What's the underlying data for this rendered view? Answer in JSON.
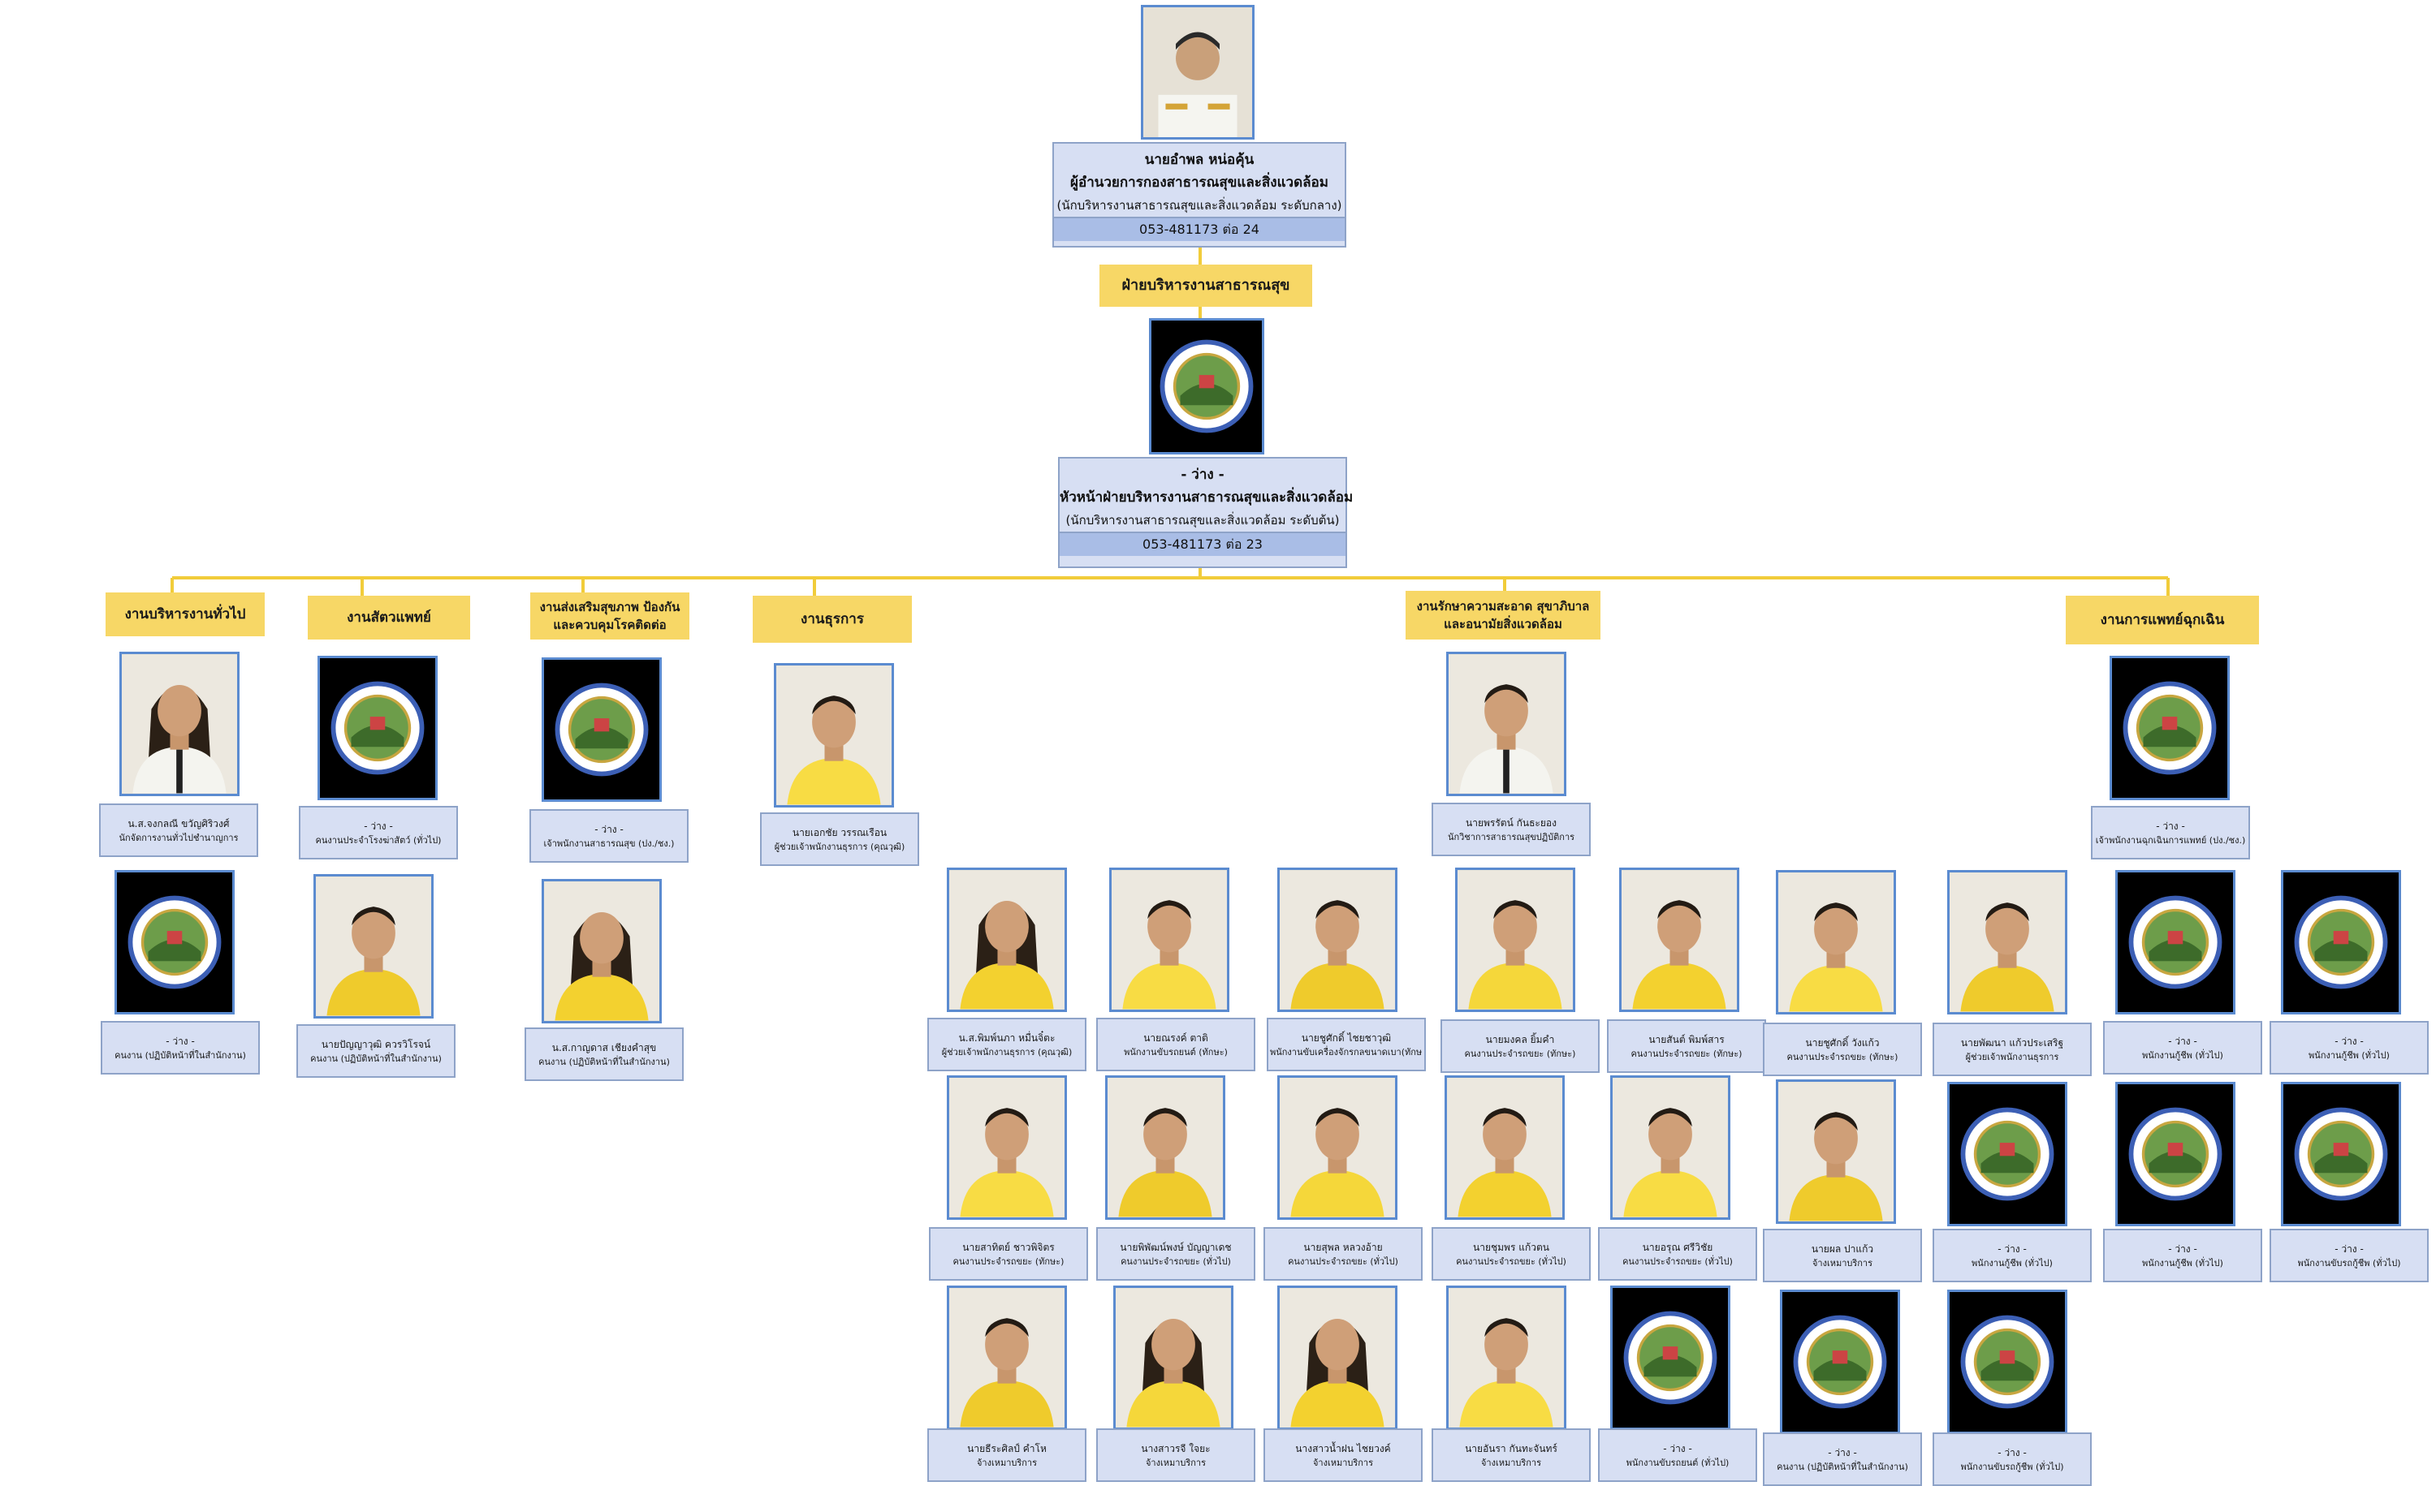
{
  "director": {
    "name": "นายอำพล หน่อคุ้น",
    "position": "ผู้อำนวยการกองสาธารณสุขและสิ่งแวดล้อม",
    "level": "(นักบริหารงานสาธารณสุขและสิ่งแวดล้อม ระดับกลาง)",
    "phone": "053-481173 ต่อ 24"
  },
  "division": {
    "label": "ฝ่ายบริหารงานสาธารณสุข"
  },
  "division_head": {
    "name": "- ว่าง -",
    "position": "หัวหน้าฝ่ายบริหารงานสาธารณสุขและสิ่งแวดล้อม",
    "level": "(นักบริหารงานสาธารณสุขและสิ่งแวดล้อม ระดับต้น)",
    "phone": "053-481173 ต่อ 23"
  },
  "departments": [
    {
      "line1": "งานบริหารงานทั่วไป",
      "line2": ""
    },
    {
      "line1": "งานสัตวแพทย์",
      "line2": ""
    },
    {
      "line1": "งานส่งเสริมสุขภาพ ป้องกัน",
      "line2": "และควบคุมโรคติดต่อ"
    },
    {
      "line1": "งานธุรการ",
      "line2": ""
    },
    {
      "line1": "งานรักษาความสะอาด สุขาภิบาล",
      "line2": "และอนามัยสิ่งแวดล้อม"
    },
    {
      "line1": "งานการแพทย์ฉุกเฉิน",
      "line2": ""
    }
  ],
  "staff": [
    {
      "name": "น.ส.จงกลณี ขวัญศิริวงศ์",
      "position": "นักจัดการงานทั่วไปชำนาญการ"
    },
    {
      "name": "- ว่าง -",
      "position": "คนงาน (ปฏิบัติหน้าที่ในสำนักงาน)"
    },
    {
      "name": "- ว่าง -",
      "position": "คนงานประจำโรงฆ่าสัตว์ (ทั่วไป)"
    },
    {
      "name": "นายปัญญาวุฒิ ควรวิโรจน์",
      "position": "คนงาน (ปฏิบัติหน้าที่ในสำนักงาน)"
    },
    {
      "name": "- ว่าง -",
      "position": "เจ้าพนักงานสาธารณสุข (ปง./ชง.)"
    },
    {
      "name": "น.ส.กาญดาส เชียงคำสุข",
      "position": "คนงาน (ปฏิบัติหน้าที่ในสำนักงาน)"
    },
    {
      "name": "นายเอกชัย วรรณเรือน",
      "position": "ผู้ช่วยเจ้าพนักงานธุรการ (คุณวุฒิ)"
    },
    {
      "name": "นายพรรัตน์ กันธะยอง",
      "position": "นักวิชาการสาธารณสุขปฏิบัติการ"
    },
    {
      "name": "- ว่าง -",
      "position": "เจ้าพนักงานฉุกเฉินการแพทย์ (ปง./ชง.)"
    },
    {
      "name": "น.ส.พิมพ์นภา หมื่นจิ๋ตะ",
      "position": "ผู้ช่วยเจ้าพนักงานธุรการ (คุณวุฒิ)"
    },
    {
      "name": "นายณรงค์ ตาติ",
      "position": "พนักงานขับรถยนต์ (ทักษะ)"
    },
    {
      "name": "นายชูศักดิ์ ไชยชาวุฒิ",
      "position": "พนักงานขับเครื่องจักรกลขนาดเบา(ทักษะ)"
    },
    {
      "name": "นายมงคล ยิ้มคำ",
      "position": "คนงานประจำรถขยะ (ทักษะ)"
    },
    {
      "name": "นายสันต์ พิมพ์สาร",
      "position": "คนงานประจำรถขยะ (ทักษะ)"
    },
    {
      "name": "นายชูศักดิ์ วังแก้ว",
      "position": "คนงานประจำรถขยะ (ทักษะ)"
    },
    {
      "name": "นายพัฒนา แก้วประเสริฐ",
      "position": "ผู้ช่วยเจ้าพนักงานธุรการ"
    },
    {
      "name": "- ว่าง -",
      "position": "พนักงานกู้ชีพ (ทั่วไป)"
    },
    {
      "name": "- ว่าง -",
      "position": "พนักงานกู้ชีพ (ทั่วไป)"
    },
    {
      "name": "นายสาทิตย์ ชาวพิจิตร",
      "position": "คนงานประจำรถขยะ (ทักษะ)"
    },
    {
      "name": "นายพิพัฒน์พงษ์ บัญญาเดช",
      "position": "คนงานประจำรถขยะ (ทั่วไป)"
    },
    {
      "name": "นายสุพล หลวงอ้าย",
      "position": "คนงานประจำรถขยะ (ทั่วไป)"
    },
    {
      "name": "นายชุมพร แก้วตน",
      "position": "คนงานประจำรถขยะ (ทั่วไป)"
    },
    {
      "name": "นายอรุณ ศรีวิชัย",
      "position": "คนงานประจำรถขยะ (ทั่วไป)"
    },
    {
      "name": "นายผล ปาแก้ว",
      "position": "จ้างเหมาบริการ"
    },
    {
      "name": "- ว่าง -",
      "position": "พนักงานกู้ชีพ (ทั่วไป)"
    },
    {
      "name": "- ว่าง -",
      "position": "พนักงานกู้ชีพ (ทั่วไป)"
    },
    {
      "name": "- ว่าง -",
      "position": "พนักงานขับรถกู้ชีพ (ทั่วไป)"
    },
    {
      "name": "นายธีระศิลป์ คำโห",
      "position": "จ้างเหมาบริการ"
    },
    {
      "name": "นางสาวรจี ใจยะ",
      "position": "จ้างเหมาบริการ"
    },
    {
      "name": "นางสาวน้ำฝน ไชยวงค์",
      "position": "จ้างเหมาบริการ"
    },
    {
      "name": "นายอันรา กันทะจันทร์",
      "position": "จ้างเหมาบริการ"
    },
    {
      "name": "- ว่าง -",
      "position": "พนักงานขับรถยนต์ (ทั่วไป)"
    },
    {
      "name": "- ว่าง -",
      "position": "คนงาน (ปฏิบัติหน้าที่ในสำนักงาน)"
    },
    {
      "name": "- ว่าง -",
      "position": "พนักงานขับรถกู้ชีพ (ทั่วไป)"
    }
  ],
  "colors": {
    "card": "#d7dff3",
    "dept": "#f7d766",
    "line": "#f1cc3a",
    "frame": "#5b8bd0"
  }
}
